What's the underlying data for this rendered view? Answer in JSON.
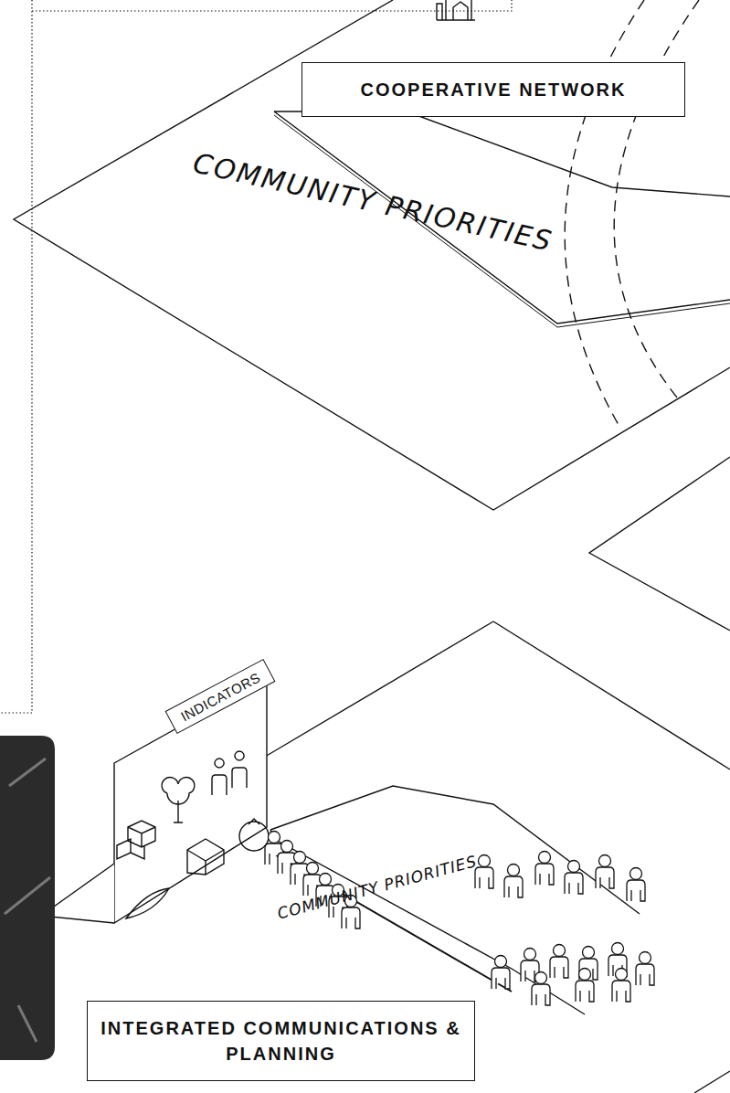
{
  "diagram": {
    "nodes": [
      {
        "text": [
          "COOPERATIVE NETWORK"
        ]
      },
      {
        "text": [
          "INDICATORS"
        ]
      },
      {
        "text": [
          "INTEGRATED COMMUNICATIONS & PLANNING"
        ]
      }
    ],
    "labels": [
      "COMMUNITY PRIORITIES",
      "COMMUNITY PRIORITIES"
    ]
  }
}
